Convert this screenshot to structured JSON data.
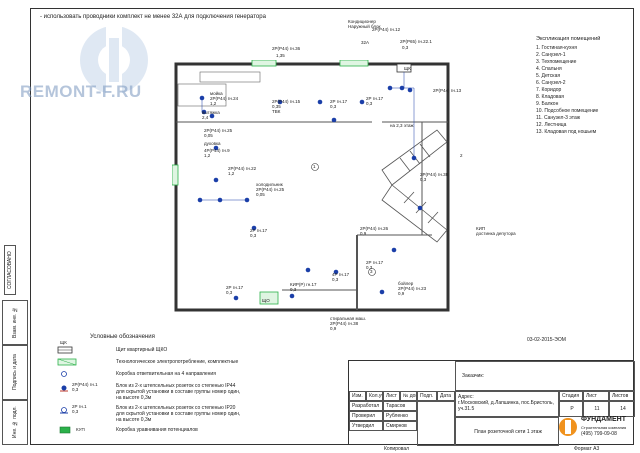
{
  "note_top": "- использовать проводники комплект не менее 32А для подключения генератора",
  "watermark": "REMONT-F.RU",
  "colors": {
    "accent": "#1a3ea8",
    "green": "#2bb14a",
    "line": "#333333",
    "brand_orange": "#f0921e"
  },
  "room_list": {
    "title": "Экспликация помещений",
    "items": [
      "1. Гостиная-кухня",
      "2. Санузел-1",
      "3. Техпомещение",
      "4. Спальня",
      "5. Детская",
      "6. Санузел-2",
      "7. Коридор",
      "8. Кладовая",
      "9. Балкон",
      "10. Подсобное помещение",
      "11. Санузел-3 этаж",
      "12. Лестница",
      "13. Кладовая под ношьем"
    ]
  },
  "plan_labels": {
    "l1": "Кондиционер\nНаружный блок",
    "l2": "2Р(Р44) гн.12",
    "l3": "32А",
    "l4": "2Р(Р65) гн.22.1",
    "l5": "0,3",
    "l6": "2Р(Р44) гн.36",
    "l7": "1,35",
    "l8": "2Р(Р44) гн.13",
    "l9": "мойка\n2Р(Р44) гн.24\n1,2",
    "l10": "вытяжка\n2,4",
    "l11": "2Р(Р44) гн.25\n0,05",
    "l12": "духовка",
    "l13": "4Р(Р44) гн.9\n1,2",
    "l14": "2Р(Р44) гн.22\n1,2",
    "l15": "холодильник\n2Р(Р44) гн.25\n0,05",
    "l16": "2Р(Р44) гн.15\n0,35\nТВК",
    "l17": "2Р гн.17\n0,3",
    "l18": "2Р гн.17\n0,3",
    "l19": "на 2,3 этаж",
    "l20": "2Р(Р44) гн.38\n0,3",
    "l21": "2Р(Р44) гн.26\n0,9",
    "l22": "2Р гн.17\n0,3",
    "l23": "2Р гн.17\n0,3",
    "l24": "КИП\nдостинка депутора",
    "l25": "4Р гн.17\n0,3",
    "l26": "КИР(Р) гн.17\n0,3",
    "l27": "2Р гн.17\n0,3",
    "l28": "бойлер\n2Р(Р44) гн.23\n0,9",
    "l29": "стиральная маш.\n2Р(Р44) гн.38\n0,9",
    "l30": "1",
    "l31": "2",
    "l32": "3",
    "l33": "ЩК",
    "l34": "ЩО"
  },
  "legend": {
    "title": "Условные обозначения",
    "rows": [
      {
        "sym": "ЩК",
        "text": "Щит квартирный ЩКО"
      },
      {
        "sym": "",
        "text": "Технологическое электропотребление, комплектные"
      },
      {
        "sym": "",
        "text": "Коробка ответвительная на 4 направления"
      },
      {
        "sym": "2Р(Р44) гн.1\n0,3",
        "text": "Блок из 2-х штепсельных розеток со степенью IP44\nдля скрытой установки в составе группы номер один,\nна высоте 0,3м"
      },
      {
        "sym": "2Р гн.1\n0,3",
        "text": "Блок из 2-х штепсельных розеток со степенью IP20\nдля скрытой установки в составе группы номер один,\nна высоте 0,3м"
      },
      {
        "sym": "КУП",
        "text": "Коробка уравнивания потенциалов"
      }
    ]
  },
  "code": "03-02-2015-ЭОМ",
  "title_block": {
    "customer_label": "Заказчик:",
    "address": "Адрес:\nг.Московский, д.Лапшинка, пос.Бристоль,\nуч.31.5",
    "sheet_title": "План розеточной сети 1 этаж",
    "head_cols": [
      "Изм.",
      "Кол.уч",
      "Лист",
      "№ док",
      "Подп.",
      "Дата"
    ],
    "roles": [
      {
        "role": "Разработал",
        "name": "Тарасов"
      },
      {
        "role": "Проверил",
        "name": "Рубленко"
      },
      {
        "role": "Утвердил",
        "name": "Смирнов"
      }
    ],
    "stage_hdr": [
      "Стадия",
      "Лист",
      "Листов"
    ],
    "stage_vals": [
      "Р",
      "11",
      "14"
    ],
    "firm_name": "ФУНДАМЕНТ",
    "firm_sub": "Строительная компания",
    "firm_phone": "(495) 799-09-08"
  },
  "copied": "Копировал",
  "format": "Формат А3",
  "side_stamp": "СОГЛАСОВАНО",
  "side_cells": [
    "Взам. инв. №",
    "Подпись и дата",
    "Инв. № подл."
  ]
}
